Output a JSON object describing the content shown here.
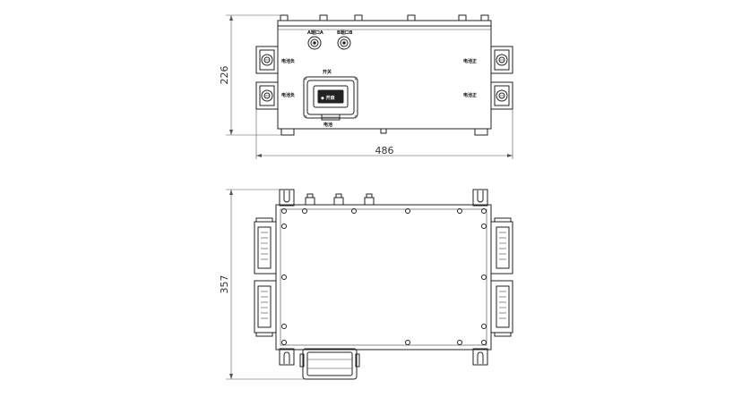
{
  "top_view": {
    "height_dimension": "226",
    "width_dimension": "486",
    "connector_labels": {
      "top_left": "A端口A",
      "top_right": "B端口B"
    },
    "side_labels": {
      "left_upper": "电池负",
      "left_lower": "电池负",
      "right_upper": "电池正",
      "right_lower": "电池正"
    },
    "switch_label": "开关",
    "switch_text": "◆ 开启",
    "display_text": "电池"
  },
  "bottom_view": {
    "height_dimension": "357"
  }
}
